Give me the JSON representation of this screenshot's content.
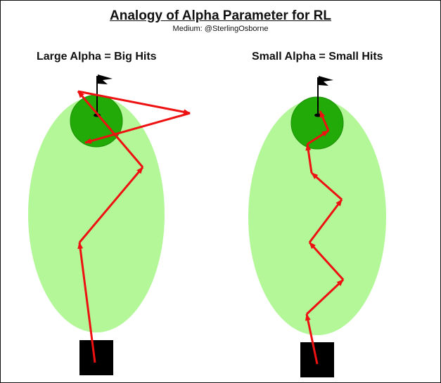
{
  "title": "Analogy of Alpha Parameter for RL",
  "subtitle": "Medium: @SterlingOsborne",
  "panels": [
    {
      "label": "Large Alpha = Big Hits"
    },
    {
      "label": "Small Alpha = Small Hits"
    }
  ],
  "colors": {
    "fairway": "#b3f799",
    "green": "#22aa08",
    "green_edge": "#1c8f06",
    "tee": "#000000",
    "flag": "#000000",
    "arrow": "#ee1111"
  },
  "icons": [
    "flag-icon",
    "golf-hole"
  ]
}
